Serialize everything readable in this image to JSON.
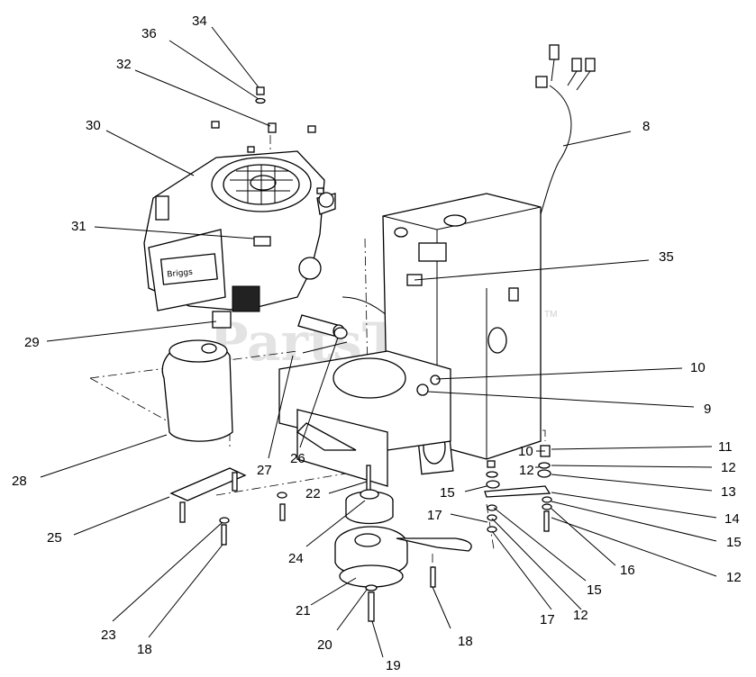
{
  "watermark": {
    "text": "PartsTree",
    "tm": "TM"
  },
  "callouts": [
    {
      "id": "c34",
      "text": "34"
    },
    {
      "id": "c36",
      "text": "36"
    },
    {
      "id": "c32",
      "text": "32"
    },
    {
      "id": "c30",
      "text": "30"
    },
    {
      "id": "c8",
      "text": "8"
    },
    {
      "id": "c31",
      "text": "31"
    },
    {
      "id": "c35",
      "text": "35"
    },
    {
      "id": "c29",
      "text": "29"
    },
    {
      "id": "c10a",
      "text": "10"
    },
    {
      "id": "c9",
      "text": "9"
    },
    {
      "id": "c10b",
      "text": "10"
    },
    {
      "id": "c11",
      "text": "11"
    },
    {
      "id": "c12a",
      "text": "12"
    },
    {
      "id": "c12b",
      "text": "12"
    },
    {
      "id": "c13",
      "text": "13"
    },
    {
      "id": "c15a",
      "text": "15"
    },
    {
      "id": "c14",
      "text": "14"
    },
    {
      "id": "c17a",
      "text": "17"
    },
    {
      "id": "c15b",
      "text": "15"
    },
    {
      "id": "c28",
      "text": "28"
    },
    {
      "id": "c27",
      "text": "27"
    },
    {
      "id": "c26",
      "text": "26"
    },
    {
      "id": "c22",
      "text": "22"
    },
    {
      "id": "c16",
      "text": "16"
    },
    {
      "id": "c12c",
      "text": "12"
    },
    {
      "id": "c25",
      "text": "25"
    },
    {
      "id": "c24",
      "text": "24"
    },
    {
      "id": "c15c",
      "text": "15"
    },
    {
      "id": "c21",
      "text": "21"
    },
    {
      "id": "c17b",
      "text": "17"
    },
    {
      "id": "c12d",
      "text": "12"
    },
    {
      "id": "c23",
      "text": "23"
    },
    {
      "id": "c20",
      "text": "20"
    },
    {
      "id": "c18a",
      "text": "18"
    },
    {
      "id": "c18b",
      "text": "18"
    },
    {
      "id": "c19",
      "text": "19"
    }
  ]
}
